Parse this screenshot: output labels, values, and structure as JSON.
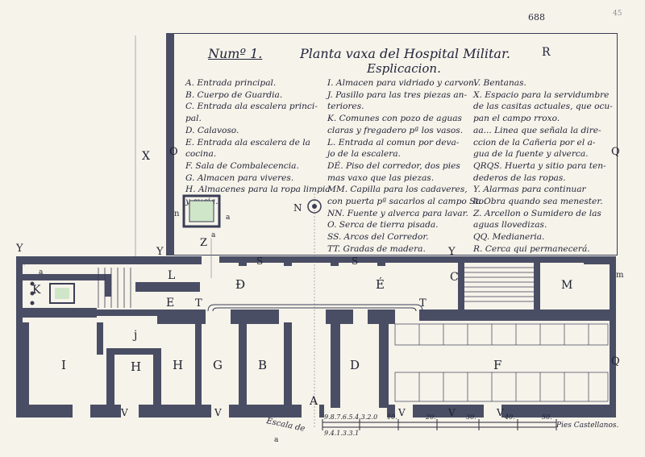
{
  "page_number": "688",
  "corner_mark": "45",
  "header": {
    "num": "Numº 1.",
    "title": "Planta vaxa del Hospital Militar.",
    "subtitle": "Esplicacion.",
    "corner_letter": "R"
  },
  "legend": {
    "col1": [
      "A. Entrada principal.",
      "B. Cuerpo de Guardia.",
      "C. Entrada ala escalera princi-",
      "pal.",
      "D. Calavoso.",
      "E. Entrada ala escalera de la",
      "cocina.",
      "F. Sala de Combalecencia.",
      "G. Almacen para viveres.",
      "H. Almacenes para la ropa limpia",
      "y sucia."
    ],
    "col2": [
      "I. Almacen para vidriado y carvon.",
      "J. Pasillo para las tres piezas an-",
      "teriores.",
      "K. Comunes con pozo de aguas",
      "claras y fregadero pª los vasos.",
      "L. Entrada al comun por deva-",
      "jo de la escalera.",
      "DÉ. Piso del corredor, dos pies",
      "mas vaxo que las piezas.",
      "MM. Capilla para los cadaveres,",
      "con puerta pª sacarlos al campo Sto.",
      "NN. Fuente y alverca para lavar.",
      "O. Serca de tierra pisada.",
      "SS. Arcos del Corredor.",
      "TT. Gradas de madera."
    ],
    "col3": [
      "V. Bentanas.",
      "X. Espacio para la servidumbre",
      "de las casitas actuales, que ocu-",
      "pan el campo rroxo.",
      "aa... Linea que señala la dire-",
      "ccion de la Cañeria por el a-",
      "gua de la fuente y alverca.",
      "QRQS. Huerta y sitio para ten-",
      "dederos de las ropas.",
      "Y. Alarmas para continuar",
      "la Obra quando sea menester.",
      "Z. Arcellon o Sumidero de las",
      "aguas llovedizas.",
      "QQ. Medianeria.",
      "R. Cerca qui permanecerá."
    ]
  },
  "plan_labels": {
    "X": "X",
    "O": "O",
    "Q1": "Q",
    "Q2": "Q",
    "m": "m",
    "Y1": "Y",
    "Y2": "Y",
    "Y3": "Y",
    "Z": "Z",
    "n": "n",
    "N": "N",
    "a1": "a",
    "a2": "a",
    "a3": "a",
    "a4": "a",
    "L": "L",
    "D_upper": "Ð",
    "E_upper": "É",
    "C": "C",
    "M": "M",
    "S1": "S",
    "S2": "S",
    "K": "K",
    "E": "E",
    "T1": "T",
    "T2": "T",
    "j": "j",
    "I": "I",
    "H1": "H",
    "H2": "H",
    "G": "G",
    "B": "B",
    "D": "D",
    "F": "F",
    "A": "A",
    "V1": "V",
    "V2": "V",
    "V3": "V",
    "V4": "V",
    "V5": "V"
  },
  "scale": {
    "label": "Escala de",
    "ticks": [
      "10.",
      "20.",
      "30.",
      "40.",
      "50."
    ],
    "small_ticks": "9.8.7.6.5.4.3.2.0",
    "small_ticks2": "9.4.1.3.3.1",
    "unit": "Pies Castellanos."
  },
  "colors": {
    "wall": "#4a4e64",
    "ink": "#1e2030",
    "paper": "#f6f3ea",
    "water": "#cfe6c9"
  }
}
